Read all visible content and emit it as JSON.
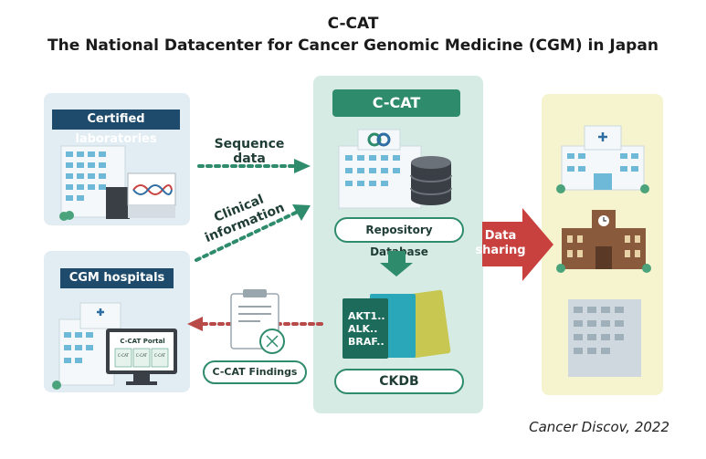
{
  "title": {
    "line1": "C-CAT",
    "line2": "The National Datacenter for Cancer Genomic Medicine (CGM) in Japan"
  },
  "left_top": {
    "label": "Certified laboratories"
  },
  "left_bottom": {
    "label": "CGM hospitals",
    "portal_label": "C-CAT Portal",
    "portal_cards": [
      "C-CAT",
      "C-CAT",
      "C-CAT"
    ]
  },
  "center": {
    "header": "C-CAT",
    "repository_label": "Repository Database",
    "ckdb_label": "CKDB",
    "book_genes": [
      "AKT1..",
      "ALK..",
      "BRAF.."
    ]
  },
  "arrows": {
    "sequence_data": "Sequence data",
    "clinical_line1": "Clinical",
    "clinical_line2": "information",
    "findings": "C-CAT Findings",
    "data_sharing_line1": "Data",
    "data_sharing_line2": "sharing"
  },
  "citation": "Cancer Discov, 2022",
  "colors": {
    "panel_blue": "#e1edf3",
    "panel_green": "#d6ebe3",
    "panel_yellow": "#f6f3cf",
    "label_navy": "#1e4b6b",
    "brand_green": "#2e8b6c",
    "share_red": "#c8413f"
  }
}
